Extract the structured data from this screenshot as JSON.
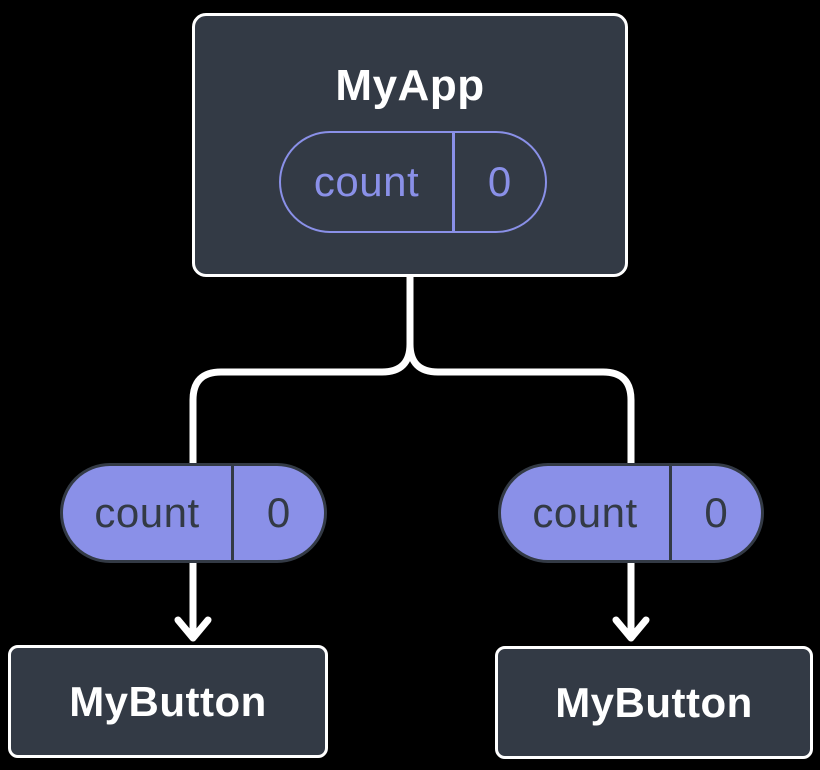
{
  "diagram": {
    "kind": "react-component-tree",
    "parent": {
      "name": "MyApp",
      "state": {
        "label": "count",
        "value": "0"
      }
    },
    "children": [
      {
        "name": "MyButton",
        "prop": {
          "label": "count",
          "value": "0"
        }
      },
      {
        "name": "MyButton",
        "prop": {
          "label": "count",
          "value": "0"
        }
      }
    ],
    "colors": {
      "background": "#000000",
      "box_fill": "#333a45",
      "box_border": "#ffffff",
      "title_text": "#ffffff",
      "accent": "#8a90e8",
      "pill_dark": "#333a45",
      "line": "#ffffff"
    }
  }
}
